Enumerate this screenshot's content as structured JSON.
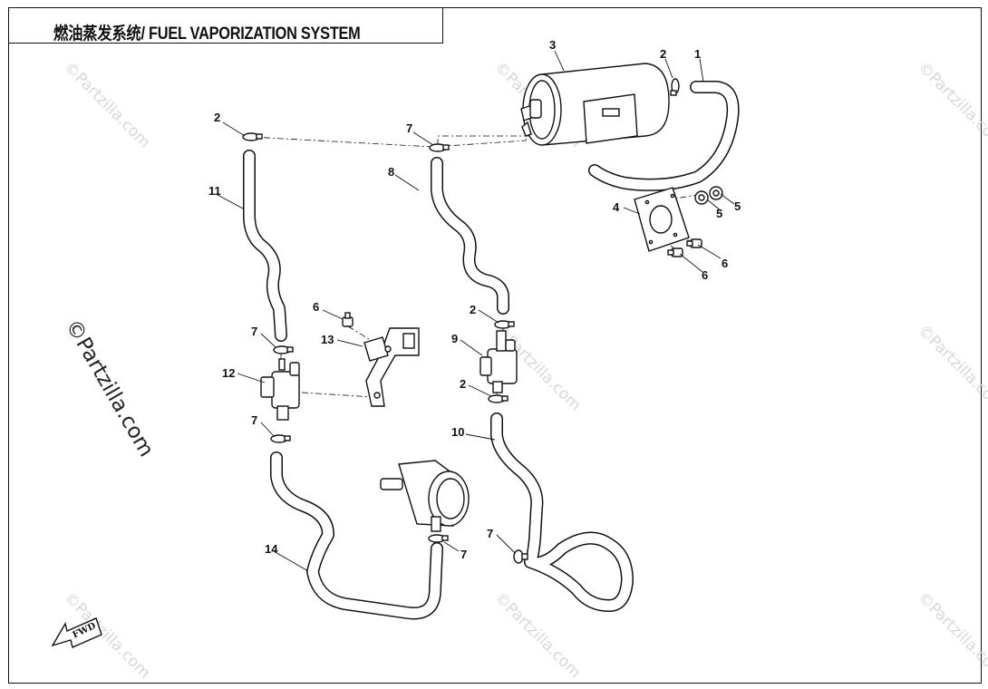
{
  "title": "燃油蒸发系统/ FUEL VAPORIZATION SYSTEM",
  "watermark": "©Partzilla.com",
  "direction_label": "FWD",
  "callouts": [
    {
      "id": "c1",
      "label": "1"
    },
    {
      "id": "c2a",
      "label": "2"
    },
    {
      "id": "c2b",
      "label": "2"
    },
    {
      "id": "c2c",
      "label": "2"
    },
    {
      "id": "c2d",
      "label": "2"
    },
    {
      "id": "c3",
      "label": "3"
    },
    {
      "id": "c4",
      "label": "4"
    },
    {
      "id": "c5a",
      "label": "5"
    },
    {
      "id": "c5b",
      "label": "5"
    },
    {
      "id": "c6a",
      "label": "6"
    },
    {
      "id": "c6b",
      "label": "6"
    },
    {
      "id": "c6c",
      "label": "6"
    },
    {
      "id": "c7a",
      "label": "7"
    },
    {
      "id": "c7b",
      "label": "7"
    },
    {
      "id": "c7c",
      "label": "7"
    },
    {
      "id": "c7d",
      "label": "7"
    },
    {
      "id": "c7e",
      "label": "7"
    },
    {
      "id": "c8",
      "label": "8"
    },
    {
      "id": "c9",
      "label": "9"
    },
    {
      "id": "c10",
      "label": "10"
    },
    {
      "id": "c11",
      "label": "11"
    },
    {
      "id": "c12",
      "label": "12"
    },
    {
      "id": "c13",
      "label": "13"
    },
    {
      "id": "c14",
      "label": "14"
    }
  ]
}
